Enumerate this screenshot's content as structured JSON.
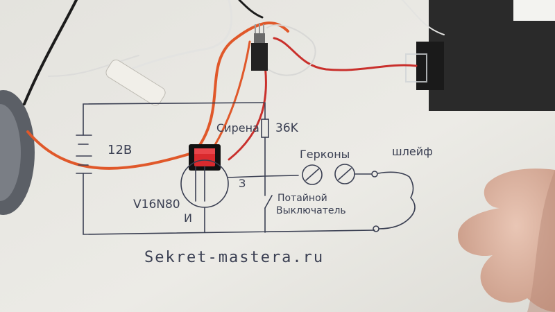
{
  "photo": {
    "subject": "hand-drawn alarm circuit on paper with a real rocker switch, transistor and wires placed on it",
    "colors": {
      "paper": "#e9e8e3",
      "ink": "#3a3f52",
      "orange_wire": "#e0582a",
      "red_wire": "#c9302c",
      "rocker": "#d92a2e",
      "battery": "#2a2a2a"
    }
  },
  "drawing": {
    "voltage_label": "12B",
    "resistor_label": "36K",
    "siren_label": "Сирена",
    "reed_switches_label": "Герконы",
    "loop_label": "шлейф",
    "transistor_label": "V16N80",
    "gate_label": "З",
    "source_label": "И",
    "hidden_switch_line1": "Потайной",
    "hidden_switch_line2": "Выключатель",
    "watermark": "Sekret-mastera.ru"
  }
}
